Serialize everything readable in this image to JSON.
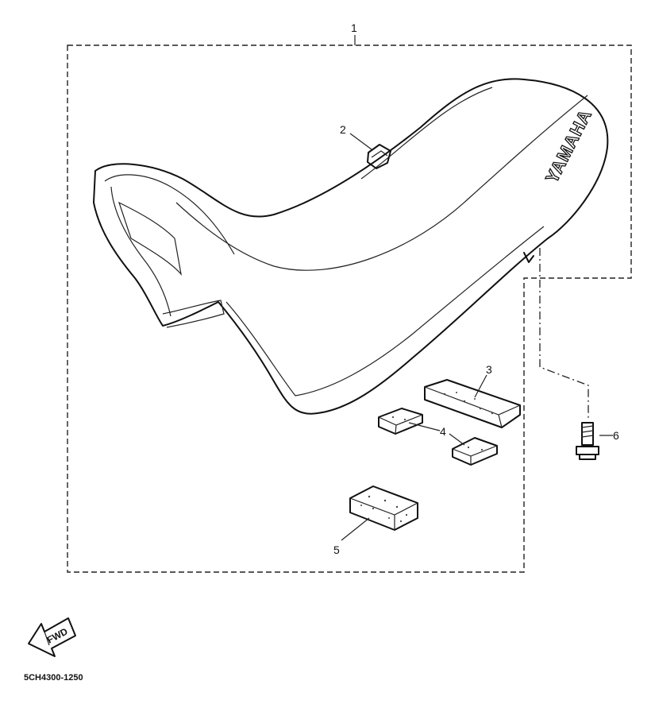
{
  "callouts": {
    "seat_assembly": "1",
    "clip": "2",
    "damper_long": "3",
    "damper_small": "4",
    "damper_block": "5",
    "bolt": "6"
  },
  "seat_logo": "YAMAHA",
  "fwd_label": "FWD",
  "diagram_code": "5CH4300-1250"
}
